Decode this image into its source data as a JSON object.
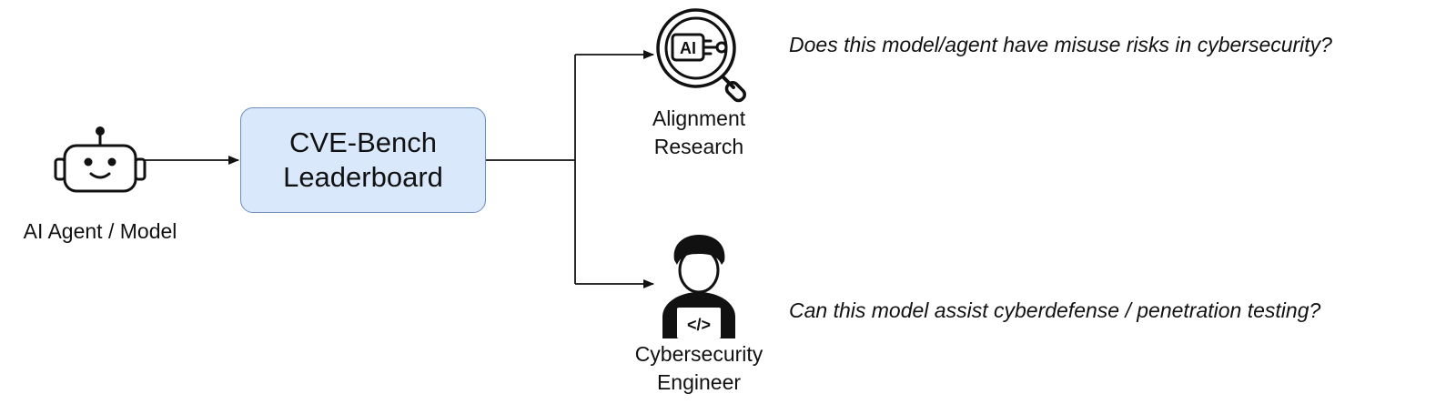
{
  "source": {
    "label": "AI Agent / Model",
    "icon": "robot-icon"
  },
  "leaderboard": {
    "line1": "CVE-Bench",
    "line2": "Leaderboard",
    "fill": "#dae8fc",
    "stroke": "#6c8ebf"
  },
  "targets": [
    {
      "line1": "Alignment",
      "line2": "Research",
      "icon": "ai-magnifier-icon",
      "question": "Does this model/agent have misuse risks in cybersecurity?"
    },
    {
      "line1": "Cybersecurity",
      "line2": "Engineer",
      "icon": "hacker-laptop-icon",
      "laptop_text": "</>",
      "question": "Can this model assist cyberdefense / penetration testing?"
    }
  ]
}
